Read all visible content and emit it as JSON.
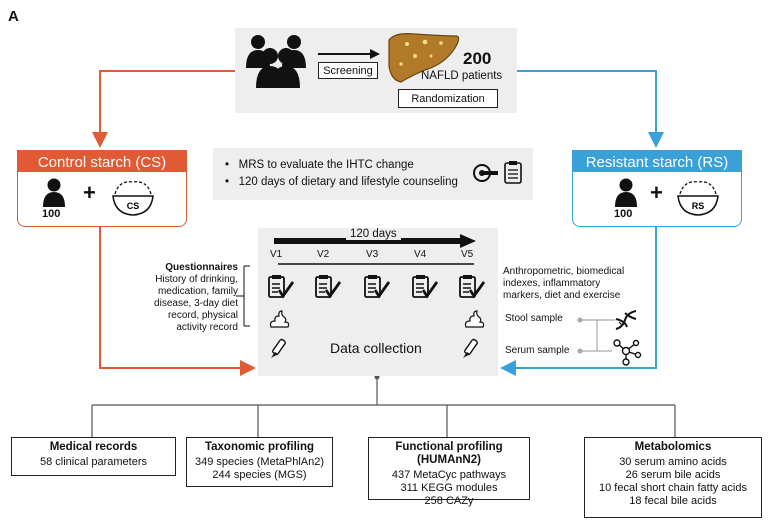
{
  "panel_label": "A",
  "top": {
    "screening_label": "Screening",
    "patient_count": "200",
    "patient_label": "NAFLD patients",
    "randomization_label": "Randomization"
  },
  "middle": {
    "bullets": [
      "MRS to evaluate the IHTC change",
      "120 days of dietary and lifestyle counseling"
    ]
  },
  "cs_group": {
    "title": "Control starch (CS)",
    "count": "100",
    "bowl_label": "CS",
    "color": "#e05a33"
  },
  "rs_group": {
    "title": "Resistant starch (RS)",
    "count": "100",
    "bowl_label": "RS",
    "color": "#3aa0d8"
  },
  "timeline": {
    "duration": "120 days",
    "visits": [
      "V1",
      "V2",
      "V3",
      "V4",
      "V5"
    ],
    "center_label": "Data collection"
  },
  "questionnaires": {
    "title": "Questionnaires",
    "lines": [
      "History of drinking,",
      "medication, family",
      "disease, 3-day diet",
      "record, physical",
      "activity record"
    ]
  },
  "right_notes": {
    "measures": [
      "Anthropometric, biomedical",
      "indexes, inflammatory",
      "markers, diet and exercise"
    ],
    "stool": "Stool sample",
    "serum": "Serum sample"
  },
  "outputs": [
    {
      "title": "Medical records",
      "lines": [
        "58 clinical parameters"
      ]
    },
    {
      "title": "Taxonomic profiling",
      "lines": [
        "349 species (MetaPhlAn2)",
        "244  species (MGS)"
      ]
    },
    {
      "title": "Functional  profiling (HUMAnN2)",
      "lines": [
        "437 MetaCyc pathways",
        "311 KEGG modules",
        "258 CAZy"
      ]
    },
    {
      "title": "Metabolomics",
      "lines": [
        "30 serum amino acids",
        "26 serum bile acids",
        "10 fecal short chain fatty acids",
        "18 fecal bile acids"
      ]
    }
  ],
  "icons": {
    "people": "group-people-icon",
    "liver": "liver-icon",
    "person": "person-icon",
    "bowl": "rice-bowl-icon",
    "mri": "mri-scanner-icon",
    "clipboard": "clipboard-check-icon",
    "stool": "stool-icon",
    "tube": "blood-tube-icon",
    "dna": "dna-icon",
    "molecule": "molecule-icon"
  }
}
